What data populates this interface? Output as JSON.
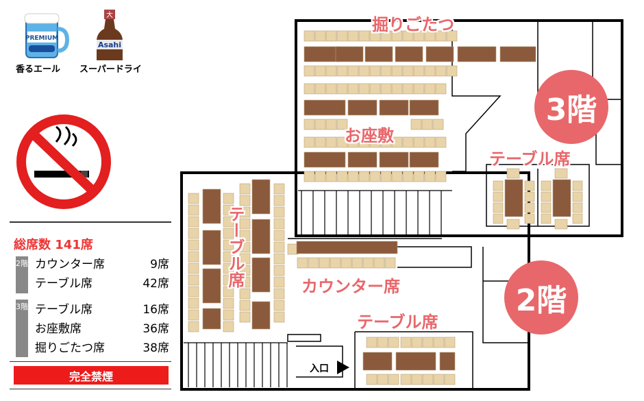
{
  "drinks": [
    {
      "label": "香るエール",
      "can_text": "PREMIUM"
    },
    {
      "label": "スーパードライ",
      "bottle_text": "Asahi",
      "bottle_cap": "大"
    }
  ],
  "floors": {
    "third": {
      "badge": "3階"
    },
    "second": {
      "badge": "2階"
    }
  },
  "areas": {
    "horigotatsu": "掘りごたつ",
    "ozashiki": "お座敷",
    "table3": "テーブル席",
    "table2_left": "テーブル席",
    "counter": "カウンター席",
    "table2_bottom": "テーブル席",
    "entrance": "入口"
  },
  "summary": {
    "title": "総席数 141席",
    "floor2_tag": "2階",
    "floor3_tag": "3階",
    "floor2_rows": [
      {
        "name": "カウンター席",
        "seats": "9席"
      },
      {
        "name": "テーブル席",
        "seats": "42席"
      }
    ],
    "floor3_rows": [
      {
        "name": "テーブル席",
        "seats": "16席"
      },
      {
        "name": "お座敷席",
        "seats": "36席"
      },
      {
        "name": "掘りごたつ席",
        "seats": "38席"
      }
    ],
    "no_smoking": "完全禁煙"
  },
  "colors": {
    "accent": "#e8676b",
    "table": "#8b5a3c",
    "seat": "#e8d4a8",
    "no_smoking_bg": "#ee1b1b"
  }
}
